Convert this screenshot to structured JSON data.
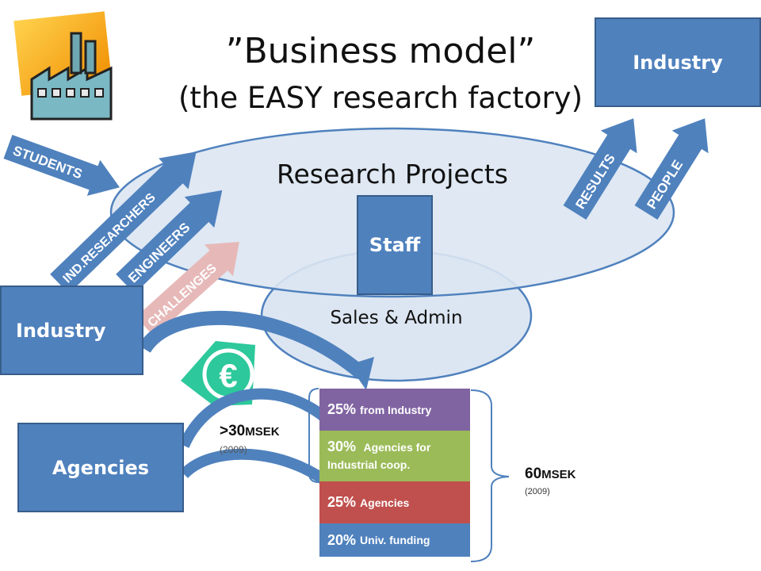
{
  "title": {
    "line1": "”Business model”",
    "line2": "(the EASY research factory)"
  },
  "diagram": {
    "research_projects": "Research Projects",
    "sales_admin": "Sales & Admin",
    "staff": "Staff",
    "industry_top": "Industry",
    "industry_left": "Industry",
    "agencies": "Agencies",
    "euro_symbol": "€",
    "arrows": {
      "students": "STUDENTS",
      "ind_researchers": "IND.RESEARCHERS",
      "engineers": "ENGINEERS",
      "challenges": "CHALLENGES",
      "results": "RESULTS",
      "people": "PEOPLE"
    },
    "funding": [
      {
        "percent": "25%",
        "label": "from Industry"
      },
      {
        "percent": "30%",
        "label": "Agencies for Industrial coop."
      },
      {
        "percent": "25%",
        "label": "Agencies"
      },
      {
        "percent": "20%",
        "label": "Univ. funding"
      }
    ],
    "agency_total": {
      "value": ">30",
      "unit": "MSEK",
      "year": "(2009)"
    },
    "grand_total": {
      "value": "60",
      "unit": "MSEK",
      "year": "(2009)"
    },
    "colors": {
      "box_blue": "#4f81bd",
      "ellipse_fill": "#dce6f2",
      "industry_purple": "#8064a2",
      "agency_green": "#9bbb59",
      "agency_red": "#c0504d",
      "univ_blue": "#4f81bd",
      "challenges_pink": "#e6b9b8",
      "euro_green": "#2dc89b"
    },
    "icons": {
      "factory": "factory-icon",
      "euro": "euro-icon"
    }
  }
}
